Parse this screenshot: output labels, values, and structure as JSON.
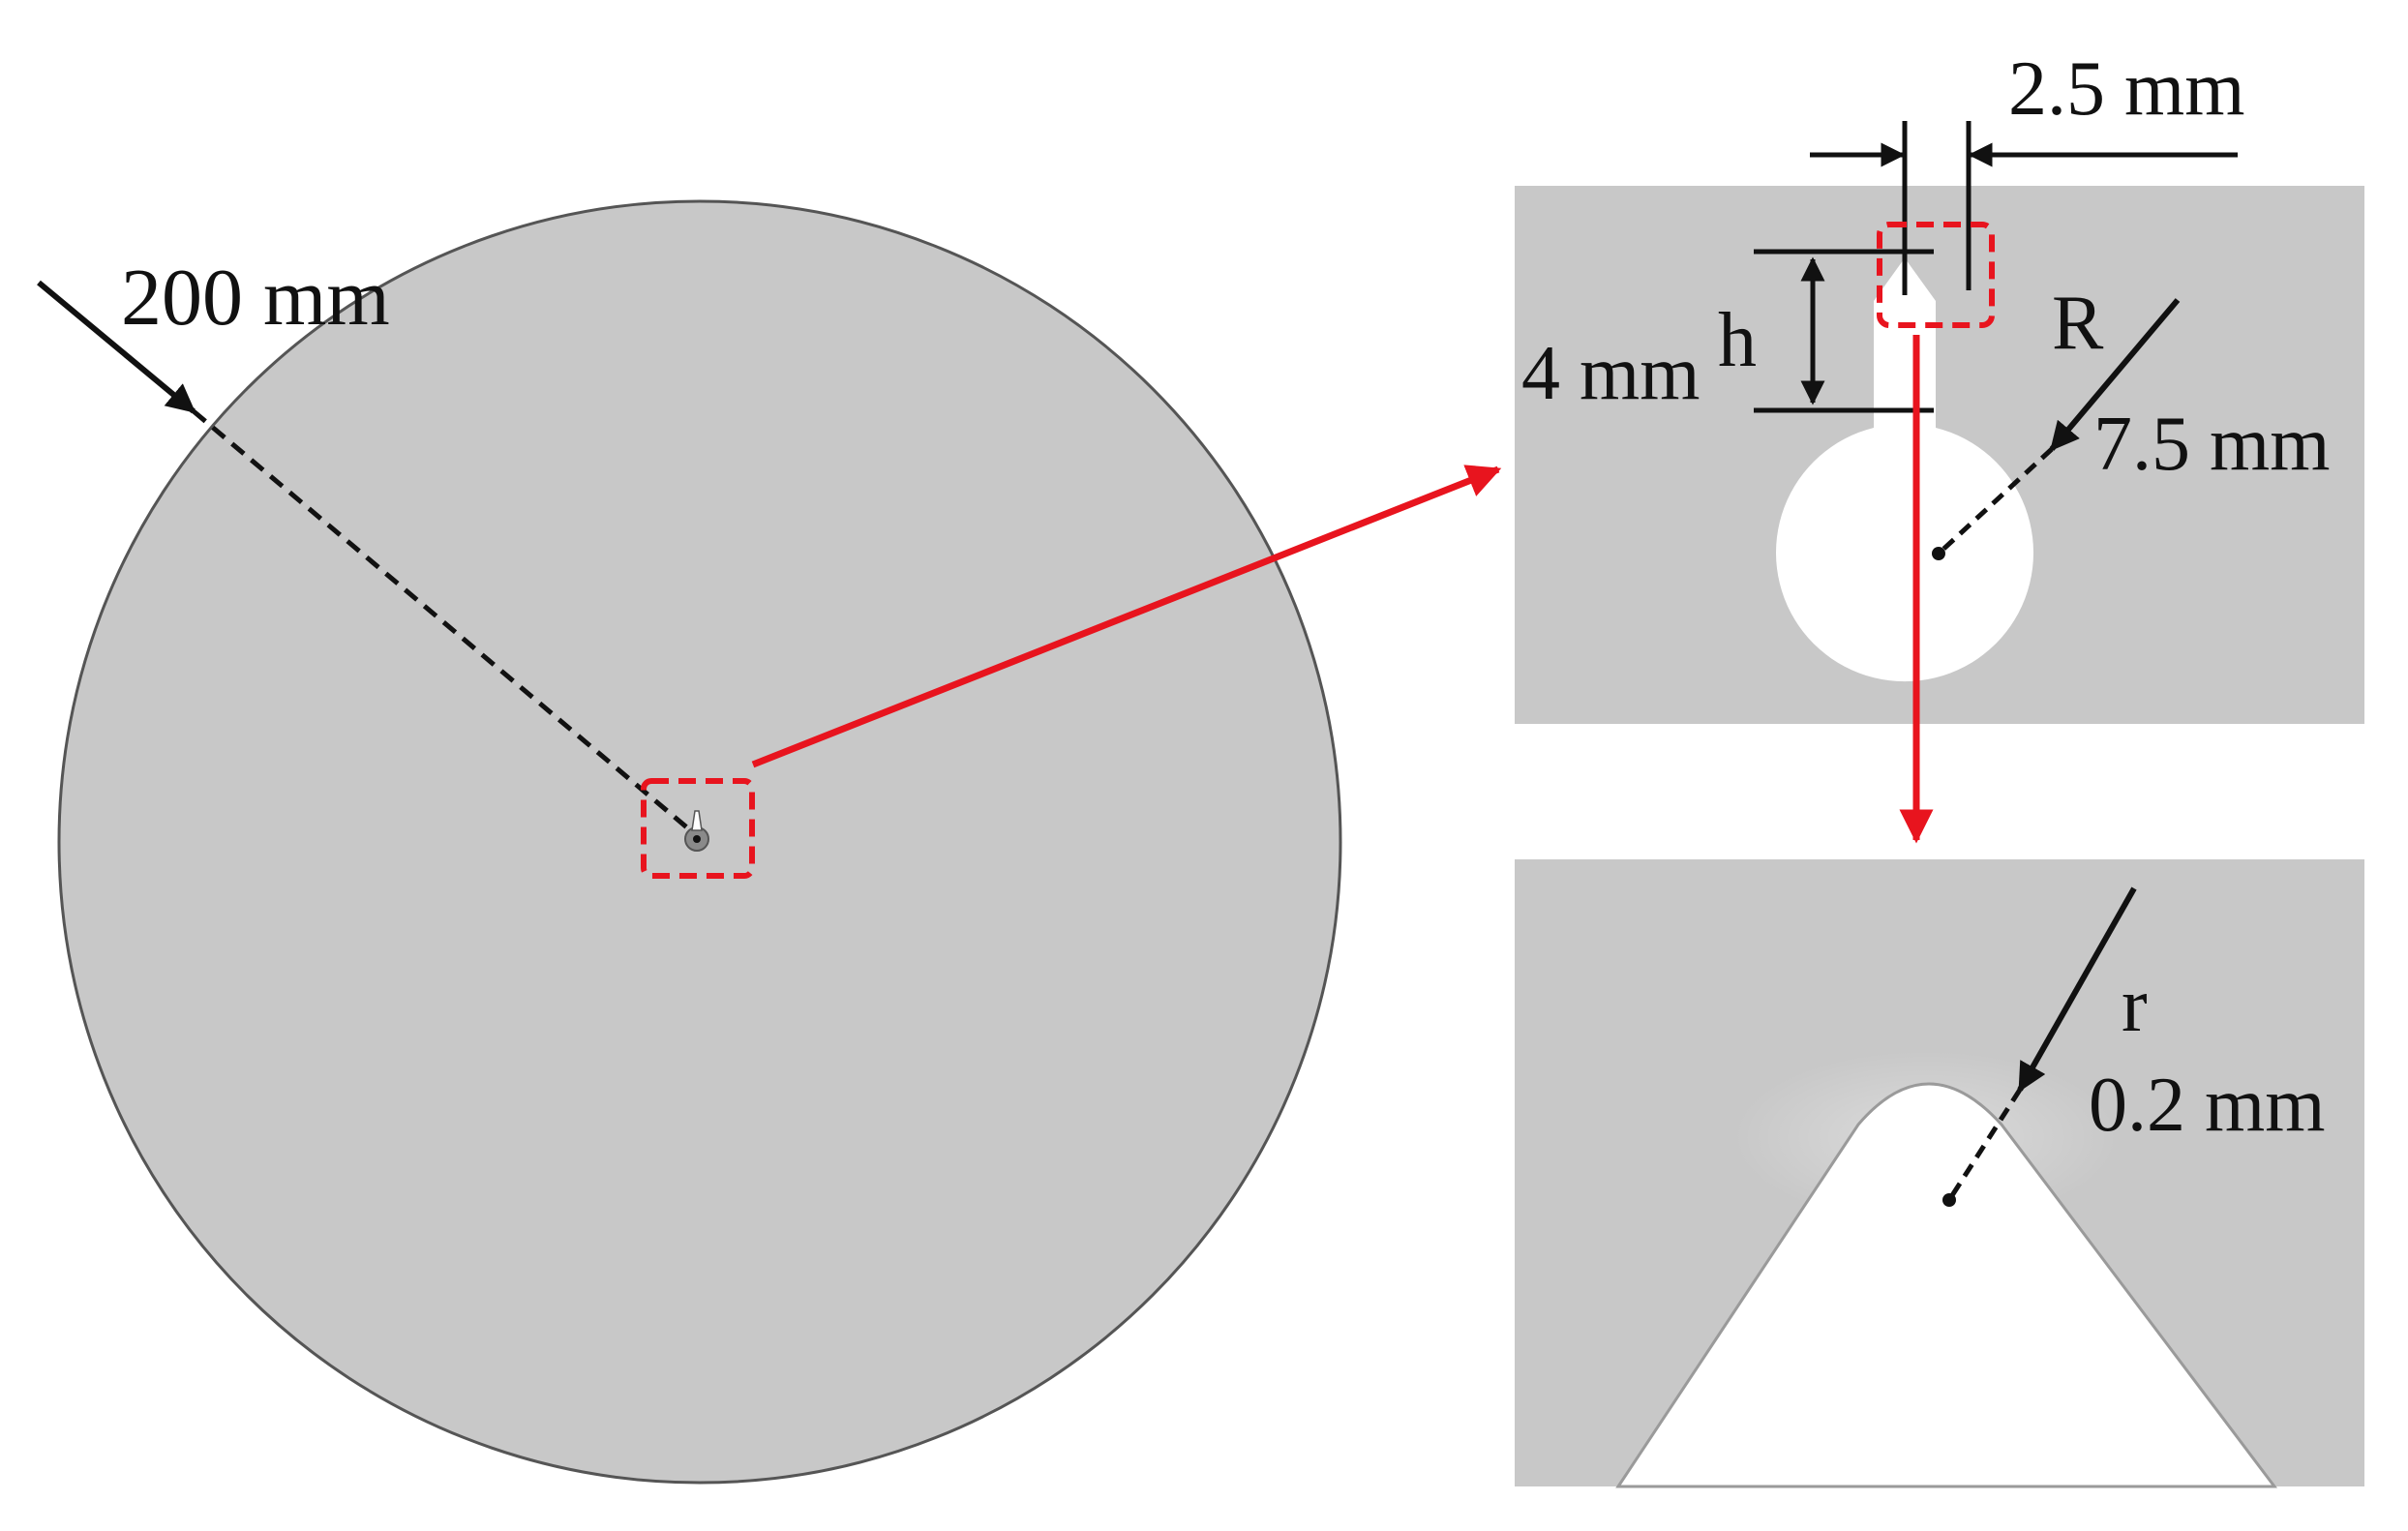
{
  "figure": {
    "labels": {
      "outer_radius": "200 mm",
      "slot_width": "2.5 mm",
      "slot_height_value": "4 mm",
      "slot_height_symbol": "h",
      "hole_radius_symbol": "R",
      "hole_radius_value": "7.5 mm",
      "tip_radius_symbol": "r",
      "tip_radius_value": "0.2 mm"
    },
    "colors": {
      "material": "#c8c8c8",
      "highlight": "#e8141e",
      "dimension": "#111111",
      "hole": "#ffffff"
    }
  }
}
